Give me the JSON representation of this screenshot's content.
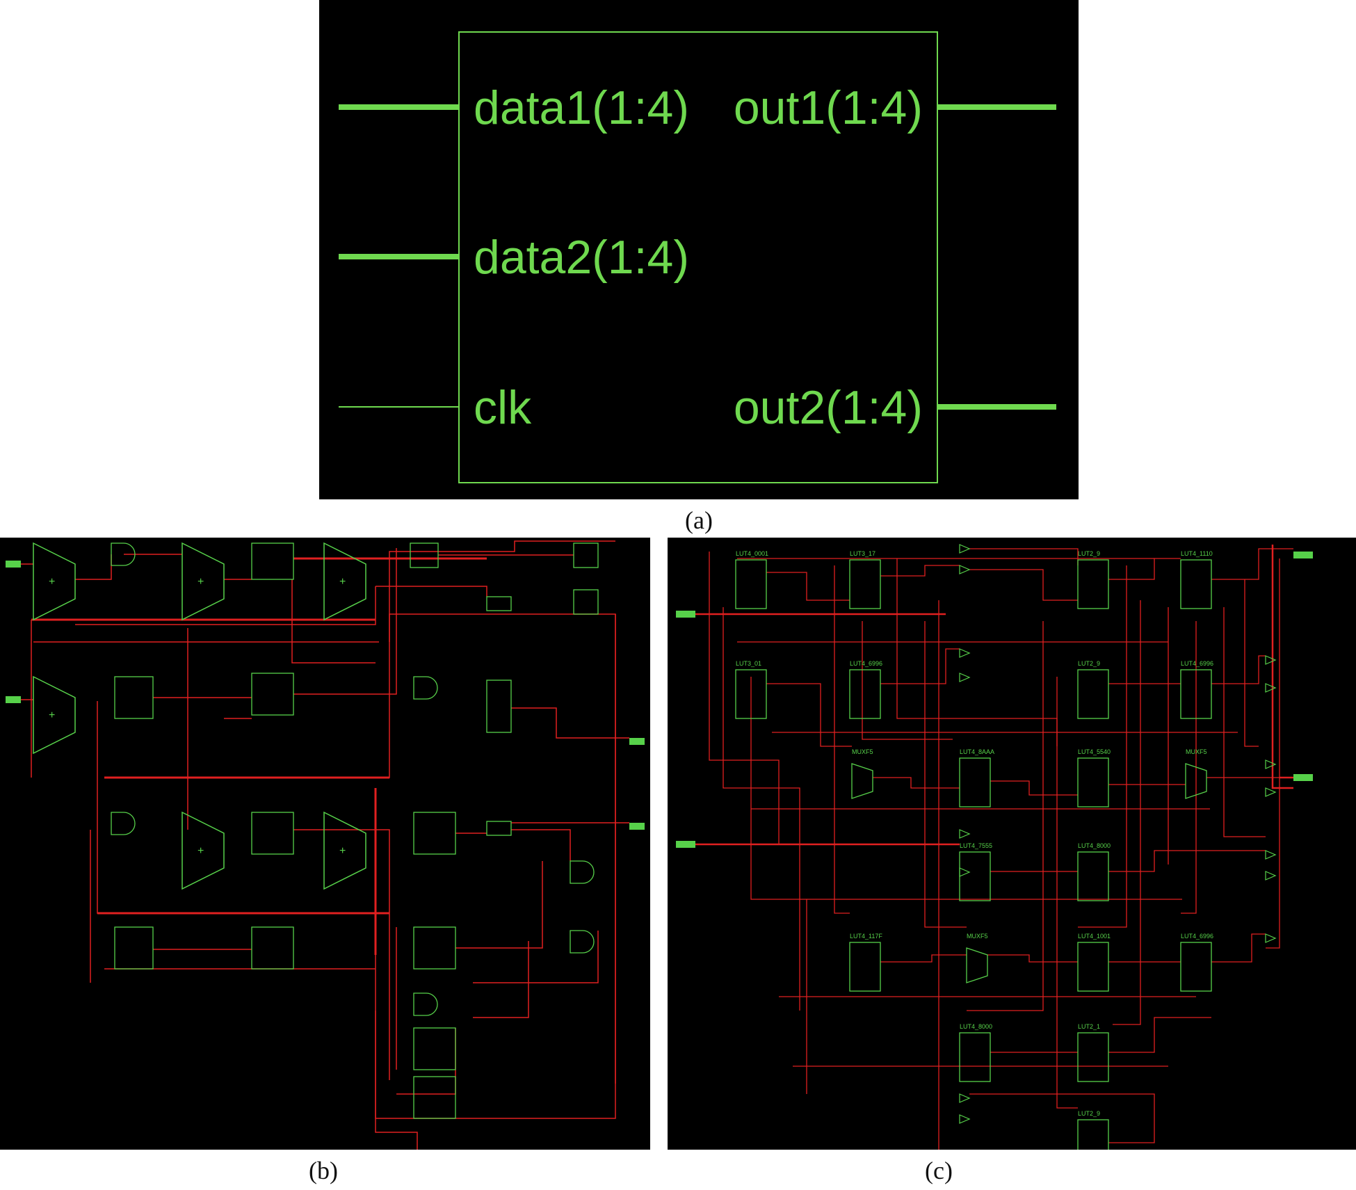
{
  "panel_a": {
    "inputs": [
      "data1(1:4)",
      "data2(1:4)",
      "clk"
    ],
    "outputs": [
      "out1(1:4)",
      "out2(1:4)"
    ],
    "colors": {
      "background": "#000000",
      "wire": "#6fd94f"
    }
  },
  "panel_b": {
    "colors": {
      "background": "#000000",
      "net": "#e02020",
      "component": "#57d14a"
    }
  },
  "panel_c": {
    "cells": [
      "LUT4_0001",
      "LUT3_17",
      "LUT2_9",
      "LUT4_1110",
      "LUT3_01",
      "LUT4_6996",
      "LUT2_9",
      "LUT4_6996",
      "MUXF5",
      "LUT4_8AAA",
      "LUT4_5540",
      "MUXF5",
      "LUT4_7555",
      "LUT4_8000",
      "LUT4_117F",
      "MUXF5",
      "LUT4_1001",
      "LUT4_6996",
      "LUT4_8000",
      "LUT2_1",
      "LUT2_9"
    ],
    "colors": {
      "background": "#000000",
      "net": "#e02020",
      "component": "#57d14a"
    }
  },
  "captions": {
    "a": "(a)",
    "b": "(b)",
    "c": "(c)"
  }
}
